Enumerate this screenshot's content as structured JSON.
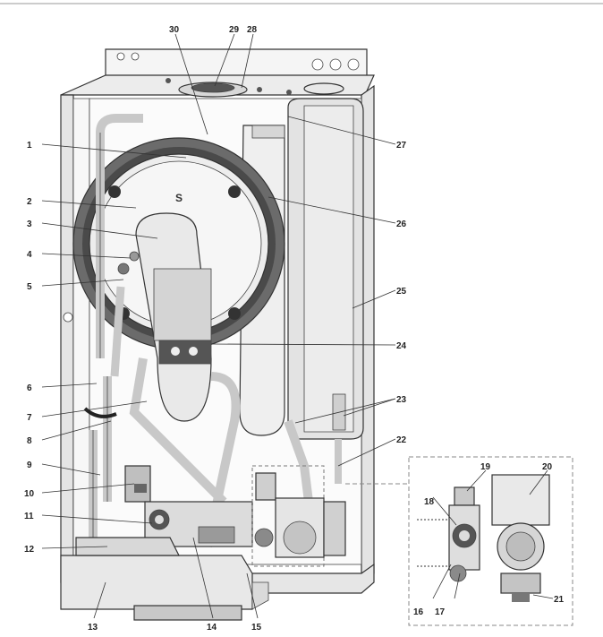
{
  "callouts": [
    "1",
    "2",
    "3",
    "4",
    "5",
    "6",
    "7",
    "8",
    "9",
    "10",
    "11",
    "12",
    "13",
    "14",
    "15",
    "16",
    "17",
    "18",
    "19",
    "20",
    "21",
    "22",
    "23",
    "24",
    "25",
    "26",
    "27",
    "28",
    "29",
    "30"
  ],
  "colors": {
    "line": "#333333",
    "panel": "#f2f2f2",
    "shade": "#cfcfcf",
    "dark": "#3a3a3a"
  },
  "icons": [
    "exploded-boiler-drawing",
    "pump-detail-inset"
  ]
}
